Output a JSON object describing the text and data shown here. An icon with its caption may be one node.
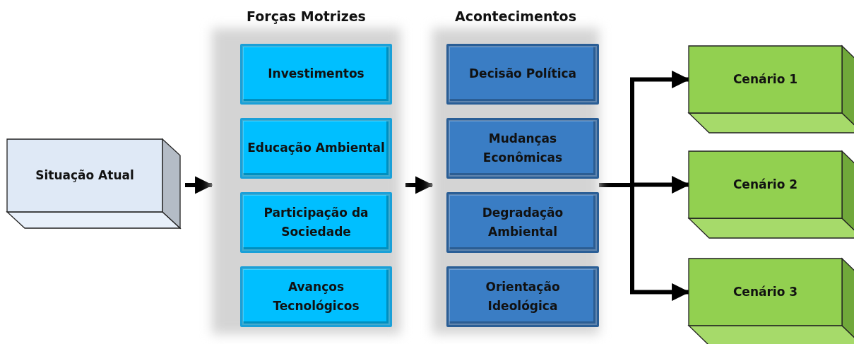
{
  "diagram": {
    "nodes": [
      {
        "text": [
          "Situação Atual"
        ]
      },
      {
        "text": [
          "Forças Motrizes"
        ]
      },
      {
        "text": [
          "Investimentos"
        ],
        "in": 1
      },
      {
        "text": [
          "Educação Ambiental"
        ],
        "in": 1
      },
      {
        "text": [
          "Participação da Sociedade"
        ],
        "in": 1
      },
      {
        "text": [
          "Avanços Tecnológicos"
        ],
        "in": 1
      },
      {
        "text": [
          "Acontecimentos"
        ]
      },
      {
        "text": [
          "Decisão Política"
        ],
        "in": 6
      },
      {
        "text": [
          "Mudanças Econômicas"
        ],
        "in": 6
      },
      {
        "text": [
          "Degradação Ambiental"
        ],
        "in": 6
      },
      {
        "text": [
          "Orientação Ideológica"
        ],
        "in": 6
      },
      {
        "text": [
          "Cenário 1"
        ]
      },
      {
        "text": [
          "Cenário 2"
        ]
      },
      {
        "text": [
          "Cenário 3"
        ]
      }
    ],
    "edges": [
      {
        "from": 0,
        "to": 1,
        "arrow": "to"
      },
      {
        "from": 1,
        "to": 6,
        "arrow": "to"
      },
      {
        "from": 6,
        "to": 11,
        "arrow": "to"
      },
      {
        "from": 6,
        "to": 12,
        "arrow": "to"
      },
      {
        "from": 6,
        "to": 13,
        "arrow": "to"
      }
    ]
  }
}
